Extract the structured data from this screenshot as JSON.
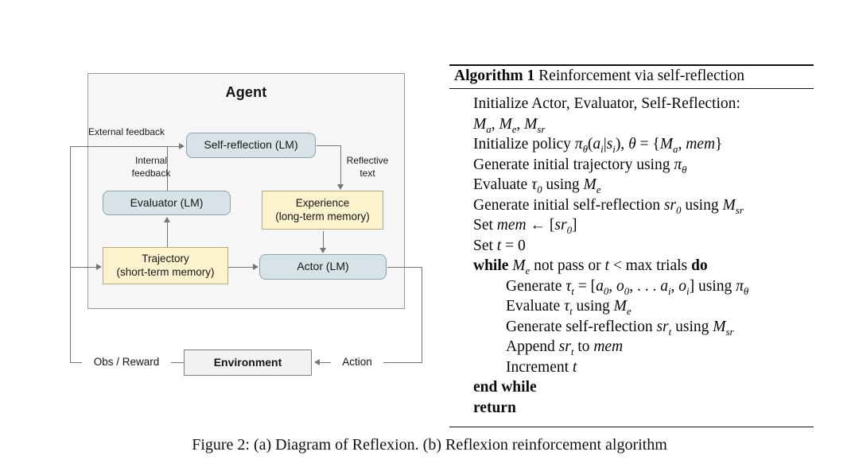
{
  "figure": {
    "caption": "Figure 2: (a) Diagram of Reflexion. (b) Reflexion reinforcement algorithm"
  },
  "diagram": {
    "agent_label": "Agent",
    "boxes": {
      "self_reflection": {
        "label": "Self-reflection (LM)"
      },
      "evaluator": {
        "label": "Evaluator (LM)"
      },
      "experience": {
        "line1": "Experience",
        "line2": "(long-term memory)"
      },
      "trajectory": {
        "line1": "Trajectory",
        "line2": "(short-term memory)"
      },
      "actor": {
        "label": "Actor (LM)"
      },
      "environment": {
        "label": "Environment"
      }
    },
    "labels": {
      "external_feedback": "External feedback",
      "internal_feedback_1": "Internal",
      "internal_feedback_2": "feedback",
      "reflective_text_1": "Reflective",
      "reflective_text_2": "text",
      "obs_reward": "Obs / Reward",
      "action": "Action"
    },
    "colors": {
      "lm_box_fill": "#d7e3e6",
      "lm_box_border": "#8da2a8",
      "memory_box_fill": "#fdf2ce",
      "memory_box_border": "#b3a87e",
      "env_box_fill": "#f2f2f2",
      "env_box_border": "#7f7f7f",
      "agent_fill": "#f6f6f8",
      "agent_border": "#9b9b9b",
      "line_color": "#757575"
    }
  },
  "algorithm": {
    "header_bold": "Algorithm 1",
    "header_rest": " Reinforcement via self-reflection",
    "lines": [
      {
        "indent": 1,
        "parts": [
          {
            "t": "p",
            "s": "Initialize Actor, Evaluator, Self-Reflection:"
          }
        ]
      },
      {
        "indent": 1,
        "parts": [
          {
            "t": "m",
            "s": "M",
            "sub": "a"
          },
          {
            "t": "p",
            "s": ", "
          },
          {
            "t": "m",
            "s": "M",
            "sub": "e"
          },
          {
            "t": "p",
            "s": ", "
          },
          {
            "t": "m",
            "s": "M",
            "sub": "sr"
          }
        ]
      },
      {
        "indent": 1,
        "parts": [
          {
            "t": "p",
            "s": "Initialize policy "
          },
          {
            "t": "m",
            "s": "π",
            "sub": "θ"
          },
          {
            "t": "p",
            "s": "("
          },
          {
            "t": "m",
            "s": "a",
            "sub": "i"
          },
          {
            "t": "p",
            "s": "|"
          },
          {
            "t": "m",
            "s": "s",
            "sub": "i"
          },
          {
            "t": "p",
            "s": "), "
          },
          {
            "t": "m",
            "s": "θ"
          },
          {
            "t": "p",
            "s": " = {"
          },
          {
            "t": "m",
            "s": "M",
            "sub": "a"
          },
          {
            "t": "p",
            "s": ", "
          },
          {
            "t": "m",
            "s": "mem"
          },
          {
            "t": "p",
            "s": "}"
          }
        ]
      },
      {
        "indent": 1,
        "parts": [
          {
            "t": "p",
            "s": "Generate initial trajectory using "
          },
          {
            "t": "m",
            "s": "π",
            "sub": "θ"
          }
        ]
      },
      {
        "indent": 1,
        "parts": [
          {
            "t": "p",
            "s": "Evaluate "
          },
          {
            "t": "m",
            "s": "τ",
            "sub": "0"
          },
          {
            "t": "p",
            "s": " using "
          },
          {
            "t": "m",
            "s": "M",
            "sub": "e"
          }
        ]
      },
      {
        "indent": 1,
        "parts": [
          {
            "t": "p",
            "s": "Generate initial self-reflection "
          },
          {
            "t": "m",
            "s": "sr",
            "sub": "0"
          },
          {
            "t": "p",
            "s": " using "
          },
          {
            "t": "m",
            "s": "M",
            "sub": "sr"
          }
        ]
      },
      {
        "indent": 1,
        "parts": [
          {
            "t": "p",
            "s": "Set "
          },
          {
            "t": "m",
            "s": "mem"
          },
          {
            "t": "p",
            "s": " ← ["
          },
          {
            "t": "m",
            "s": "sr",
            "sub": "0"
          },
          {
            "t": "p",
            "s": "]"
          }
        ]
      },
      {
        "indent": 1,
        "parts": [
          {
            "t": "p",
            "s": "Set "
          },
          {
            "t": "m",
            "s": "t"
          },
          {
            "t": "p",
            "s": " = 0"
          }
        ]
      },
      {
        "indent": 1,
        "parts": [
          {
            "t": "b",
            "s": "while "
          },
          {
            "t": "m",
            "s": "M",
            "sub": "e"
          },
          {
            "t": "p",
            "s": " not pass or "
          },
          {
            "t": "m",
            "s": "t"
          },
          {
            "t": "p",
            "s": " < max trials "
          },
          {
            "t": "b",
            "s": "do"
          }
        ]
      },
      {
        "indent": 2,
        "parts": [
          {
            "t": "p",
            "s": "Generate "
          },
          {
            "t": "m",
            "s": "τ",
            "sub": "t"
          },
          {
            "t": "p",
            "s": " = ["
          },
          {
            "t": "m",
            "s": "a",
            "sub": "0"
          },
          {
            "t": "p",
            "s": ", "
          },
          {
            "t": "m",
            "s": "o",
            "sub": "0"
          },
          {
            "t": "p",
            "s": ", . . . "
          },
          {
            "t": "m",
            "s": "a",
            "sub": "i"
          },
          {
            "t": "p",
            "s": ", "
          },
          {
            "t": "m",
            "s": "o",
            "sub": "i"
          },
          {
            "t": "p",
            "s": "] using "
          },
          {
            "t": "m",
            "s": "π",
            "sub": "θ"
          }
        ]
      },
      {
        "indent": 2,
        "parts": [
          {
            "t": "p",
            "s": "Evaluate "
          },
          {
            "t": "m",
            "s": "τ",
            "sub": "t"
          },
          {
            "t": "p",
            "s": " using "
          },
          {
            "t": "m",
            "s": "M",
            "sub": "e"
          }
        ]
      },
      {
        "indent": 2,
        "parts": [
          {
            "t": "p",
            "s": "Generate self-reflection "
          },
          {
            "t": "m",
            "s": "sr",
            "sub": "t"
          },
          {
            "t": "p",
            "s": " using "
          },
          {
            "t": "m",
            "s": "M",
            "sub": "sr"
          }
        ]
      },
      {
        "indent": 2,
        "parts": [
          {
            "t": "p",
            "s": "Append "
          },
          {
            "t": "m",
            "s": "sr",
            "sub": "t"
          },
          {
            "t": "p",
            "s": " to "
          },
          {
            "t": "m",
            "s": "mem"
          }
        ]
      },
      {
        "indent": 2,
        "parts": [
          {
            "t": "p",
            "s": "Increment "
          },
          {
            "t": "m",
            "s": "t"
          }
        ]
      },
      {
        "indent": 1,
        "parts": [
          {
            "t": "b",
            "s": "end while"
          }
        ]
      },
      {
        "indent": 1,
        "parts": [
          {
            "t": "b",
            "s": "return"
          }
        ]
      }
    ]
  }
}
